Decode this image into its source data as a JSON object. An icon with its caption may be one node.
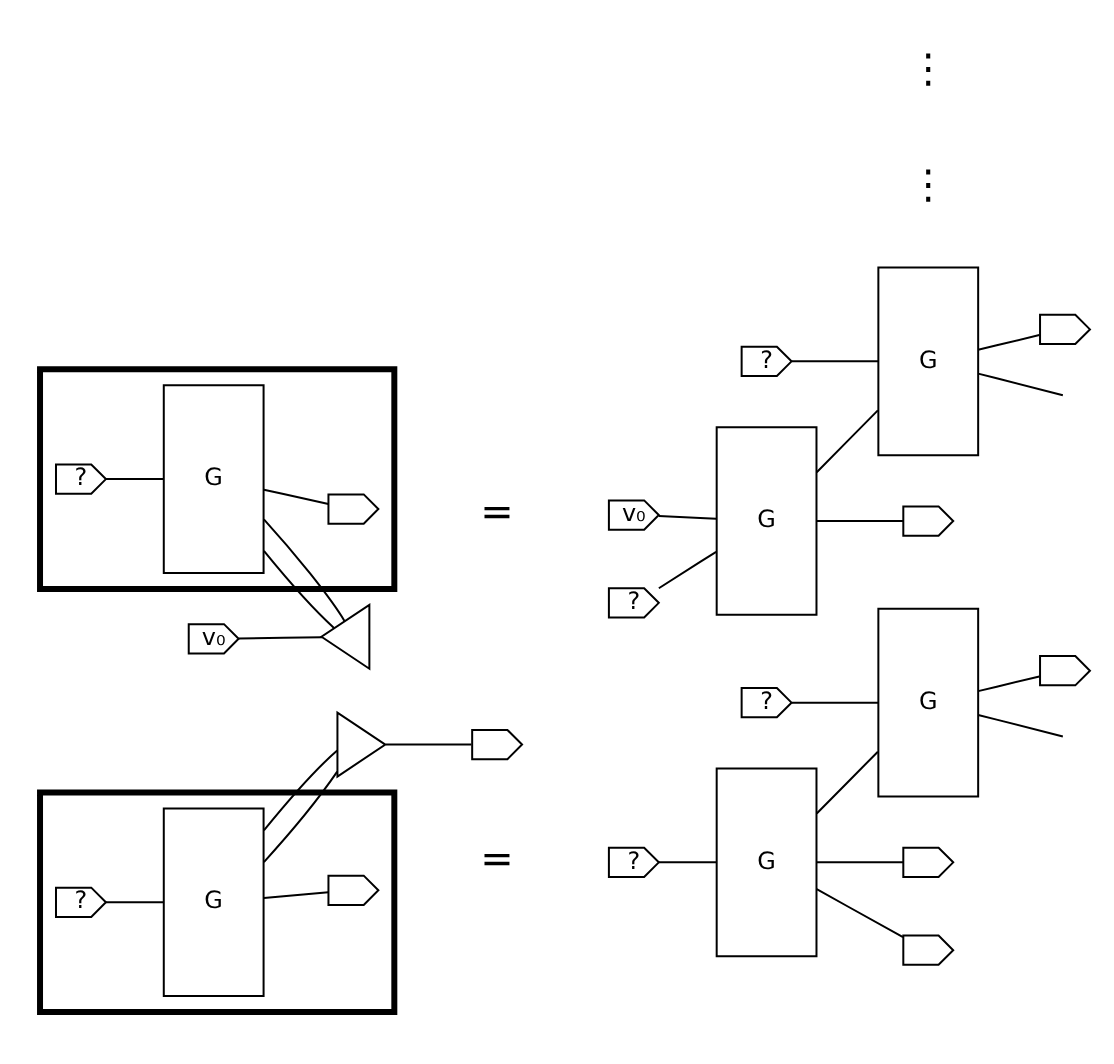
{
  "diagram": {
    "nodes": [
      {
        "text": [],
        "shape": "box"
      },
      {
        "text": [
          "v₀"
        ]
      },
      {
        "text": [],
        "shape": "triangle"
      },
      {
        "text": [
          "G"
        ],
        "in": 0
      },
      {
        "text": [
          "?"
        ],
        "in": 0
      },
      {
        "text": [],
        "shape": "pentagon",
        "in": 0
      },
      {
        "text": [
          "v₀"
        ]
      },
      {
        "text": [
          "G"
        ]
      },
      {
        "text": [
          "?"
        ]
      },
      {
        "text": [],
        "shape": "pentagon"
      },
      {
        "text": [
          "G"
        ]
      },
      {
        "text": [
          "?"
        ]
      },
      {
        "text": [],
        "shape": "pentagon"
      },
      {
        "text": [],
        "shape": "box"
      },
      {
        "text": [
          "?"
        ],
        "in": 13
      },
      {
        "text": [
          "G"
        ],
        "in": 13
      },
      {
        "text": [],
        "shape": "pentagon",
        "in": 13
      },
      {
        "text": [],
        "shape": "triangle"
      },
      {
        "text": [],
        "shape": "pentagon"
      },
      {
        "text": [
          "?"
        ]
      },
      {
        "text": [
          "G"
        ]
      },
      {
        "text": [],
        "shape": "pentagon"
      },
      {
        "text": [],
        "shape": "pentagon"
      },
      {
        "text": [
          "?"
        ]
      },
      {
        "text": [
          "G"
        ]
      },
      {
        "text": [],
        "shape": "pentagon"
      }
    ],
    "edges": [
      {
        "from": 1,
        "to": 2,
        "arrow": "none"
      },
      {
        "from": 2,
        "to": 3,
        "arrow": "none"
      },
      {
        "from": 4,
        "to": 3,
        "arrow": "none"
      },
      {
        "from": 3,
        "to": 5,
        "arrow": "none"
      },
      {
        "from": 3,
        "to": 2,
        "arrow": "none"
      },
      {
        "from": 6,
        "to": 7,
        "arrow": "none"
      },
      {
        "from": 8,
        "to": 7,
        "arrow": "none"
      },
      {
        "from": 7,
        "to": 9,
        "arrow": "none"
      },
      {
        "from": 7,
        "to": 10,
        "arrow": "none"
      },
      {
        "from": 11,
        "to": 10,
        "arrow": "none"
      },
      {
        "from": 10,
        "to": 12,
        "arrow": "none"
      },
      {
        "from": 10,
        "to": null,
        "arrow": "none"
      },
      {
        "from": 14,
        "to": 15,
        "arrow": "none"
      },
      {
        "from": 15,
        "to": 16,
        "arrow": "none"
      },
      {
        "from": 15,
        "to": 17,
        "arrow": "none"
      },
      {
        "from": 17,
        "to": 18,
        "arrow": "none"
      },
      {
        "from": 17,
        "to": 15,
        "arrow": "none"
      },
      {
        "from": 19,
        "to": 20,
        "arrow": "none"
      },
      {
        "from": 20,
        "to": 21,
        "arrow": "none"
      },
      {
        "from": 20,
        "to": 22,
        "arrow": "none"
      },
      {
        "from": 20,
        "to": 24,
        "arrow": "none"
      },
      {
        "from": 23,
        "to": 24,
        "arrow": "none"
      },
      {
        "from": 24,
        "to": 25,
        "arrow": "none"
      },
      {
        "from": 24,
        "to": null,
        "arrow": "none"
      }
    ],
    "labels": [
      "=",
      "⋮",
      "=",
      "⋮"
    ]
  }
}
